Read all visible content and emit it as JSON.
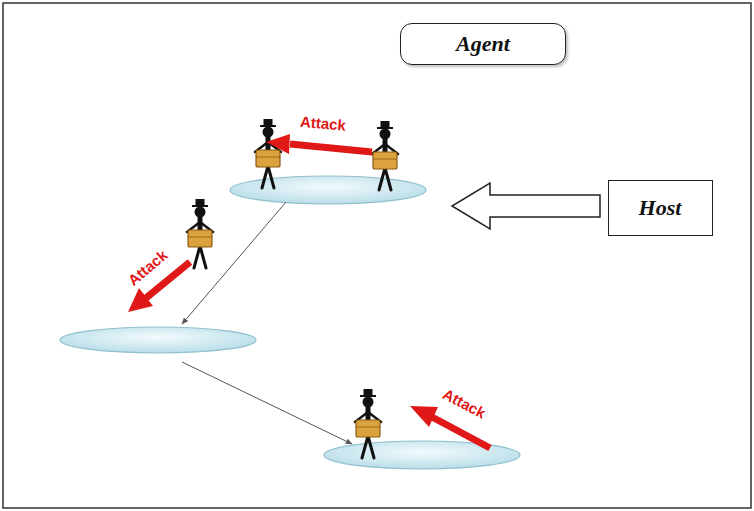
{
  "diagram": {
    "nodes": [
      {
        "text": [
          "Agent"
        ]
      },
      {
        "text": [
          "Host"
        ]
      }
    ],
    "labels": [
      "Attack",
      "Attack",
      "Attack"
    ]
  }
}
